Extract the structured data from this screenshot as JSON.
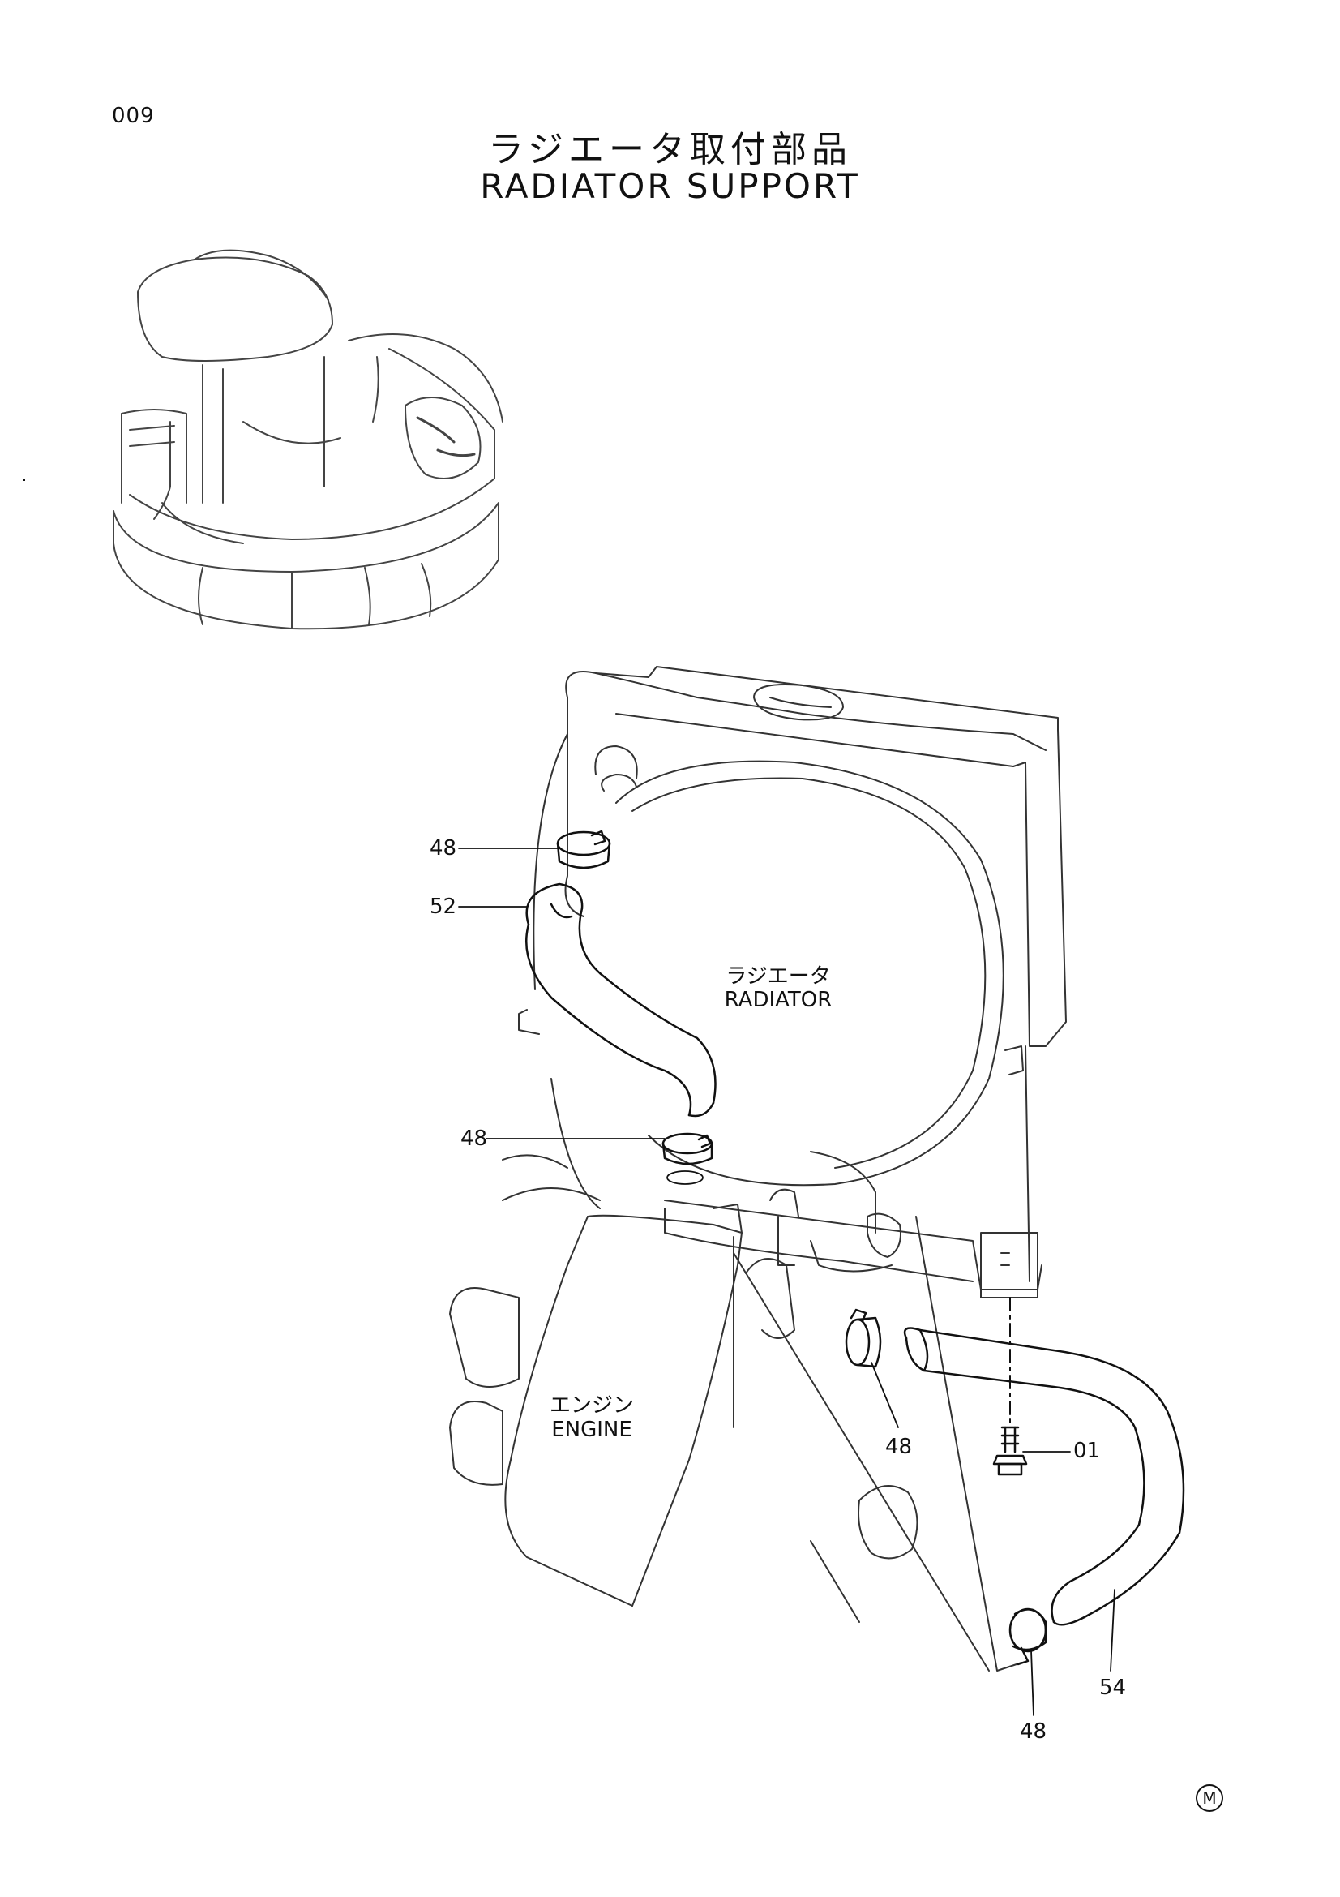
{
  "page_number": "009",
  "title_jp": "ラジエータ取付部品",
  "title_en": "RADIATOR SUPPORT",
  "labels": {
    "radiator_jp": "ラジエータ",
    "radiator_en": "RADIATOR",
    "engine_jp": "エンジン",
    "engine_en": "ENGINE"
  },
  "callouts": {
    "clamp_upper_top": "48",
    "upper_hose": "52",
    "clamp_upper_bottom": "48",
    "clamp_lower_left": "48",
    "bolt": "01",
    "lower_hose": "54",
    "clamp_lower_right": "48"
  },
  "corner_mark": "M"
}
